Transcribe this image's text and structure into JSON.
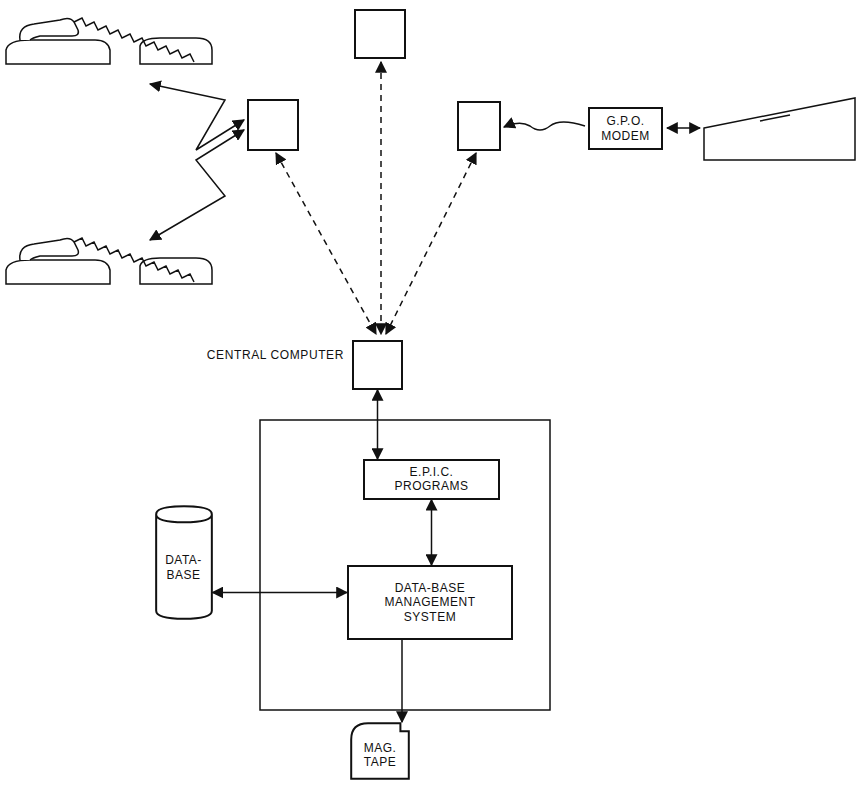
{
  "diagram": {
    "nodes": [
      {
        "text": [
          "G.P.O. MODEM"
        ]
      },
      {
        "text": [
          "CENTRAL COMPUTER"
        ]
      },
      {
        "text": [
          "E.P.I.C. PROGRAMS"
        ]
      },
      {
        "text": [
          "DATA-BASE"
        ]
      },
      {
        "text": [
          "DATA-BASE MANAGEMENT SYSTEM"
        ]
      },
      {
        "text": [
          "MAG. TAPE"
        ]
      }
    ],
    "edges": [
      {
        "from": 1,
        "to": 2,
        "arrow": "both"
      },
      {
        "from": 2,
        "to": 4,
        "arrow": "both"
      },
      {
        "from": 3,
        "to": 4,
        "arrow": "both"
      },
      {
        "from": 4,
        "to": 5,
        "arrow": "to"
      }
    ]
  }
}
